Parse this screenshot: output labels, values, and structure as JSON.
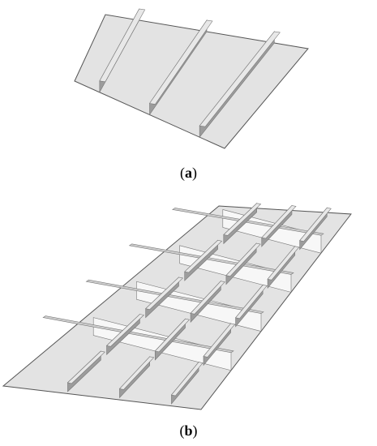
{
  "figure": {
    "panel_a": {
      "caption_open": "(",
      "caption_letter": "a",
      "caption_close": ")",
      "stiffener_count": 3
    },
    "panel_b": {
      "caption_open": "(",
      "caption_letter": "b",
      "caption_close": ")",
      "bay_count": 5,
      "stiffeners_per_bay": 3
    },
    "colors": {
      "plate_fill": "#e3e3e3",
      "plate_edge": "#555555",
      "stiffener_front": "#9c9c9c",
      "stiffener_top": "#e8e8e8",
      "frame_web": "#f7f7f7",
      "frame_cap": "#d0d0d0"
    }
  }
}
